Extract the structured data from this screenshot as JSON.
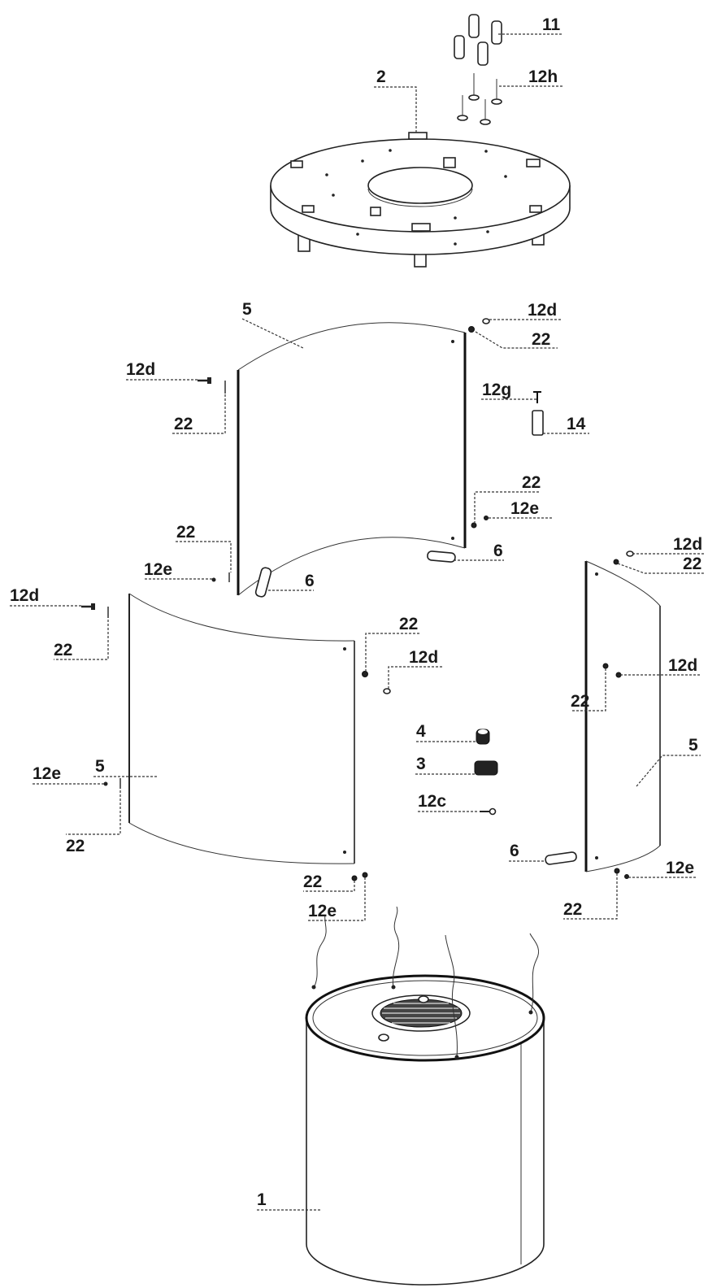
{
  "labels": {
    "p11": "11",
    "p12h": "12h",
    "p2": "2",
    "p5_top": "5",
    "p12d_tr": "12d",
    "p22_tr": "22",
    "p12d_tl": "12d",
    "p22_tl": "22",
    "p12g": "12g",
    "p14": "14",
    "p22_mr": "22",
    "p12e_mr": "12e",
    "p22_ml": "22",
    "p12e_ml": "12e",
    "p6_c": "6",
    "p6_r": "6",
    "p12d_rr": "12d",
    "p22_rr": "22",
    "p12d_l": "12d",
    "p22_l": "22",
    "p22_c": "22",
    "p12d_c": "12d",
    "p12d_rm": "12d",
    "p22_rm": "22",
    "p4": "4",
    "p3": "3",
    "p5_left": "5",
    "p5_right": "5",
    "p12e_l": "12e",
    "p22_lb": "22",
    "p12c": "12c",
    "p6_b": "6",
    "p12e_rb": "12e",
    "p22_cb": "22",
    "p12e_cb": "12e",
    "p22_rb": "22",
    "p1": "1"
  }
}
